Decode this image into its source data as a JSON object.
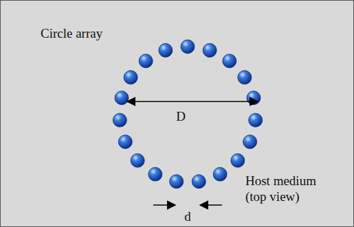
{
  "diagram": {
    "labels": [
      "Circle array",
      "D",
      "Host medium (top view)",
      "d"
    ]
  }
}
